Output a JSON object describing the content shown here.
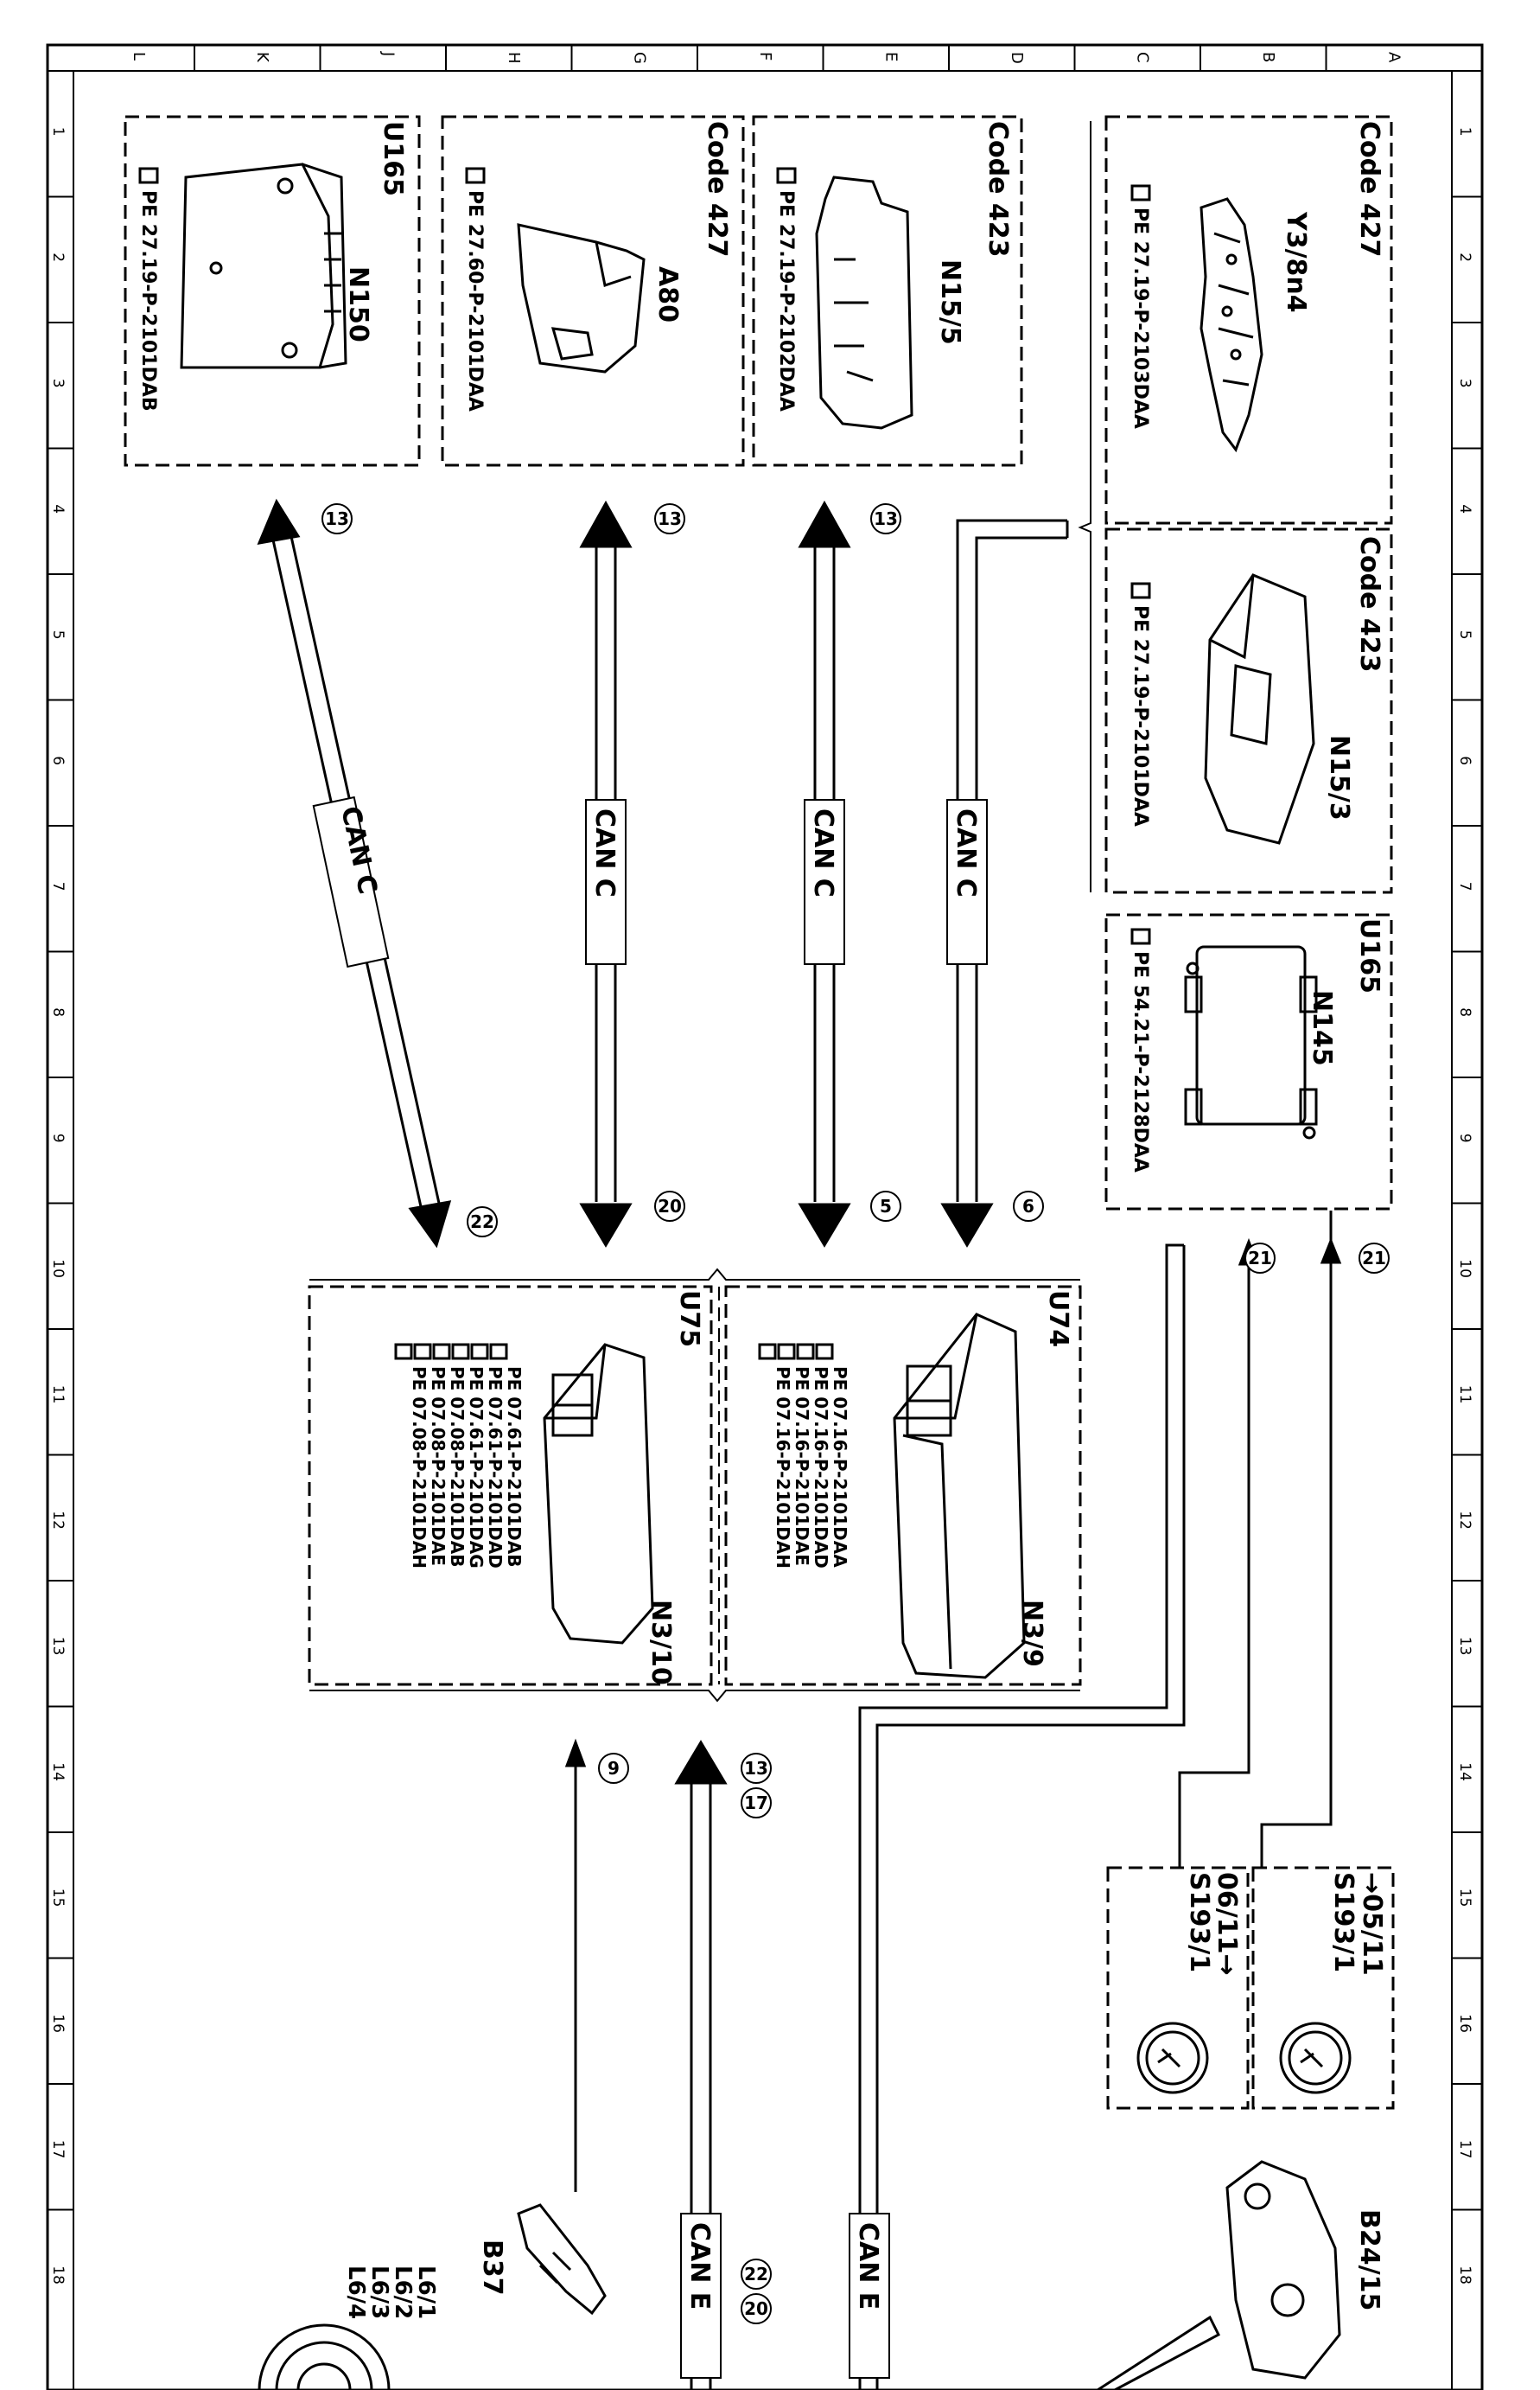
{
  "frame": {
    "letters": [
      "A",
      "B",
      "C",
      "D",
      "E",
      "F",
      "G",
      "H",
      "J",
      "K",
      "L"
    ],
    "numbers": [
      "1",
      "2",
      "3",
      "4",
      "5",
      "6",
      "7",
      "8",
      "9",
      "10",
      "11",
      "12",
      "13",
      "14",
      "15",
      "16",
      "17",
      "18"
    ]
  },
  "components": {
    "u165_n150": {
      "code": "U165",
      "name": "N150",
      "ref": "PE 27.19-P-2101DAB"
    },
    "code427_a80": {
      "code": "Code 427",
      "name": "A80",
      "ref": "PE 27.60-P-2101DAA"
    },
    "code423_n15_5": {
      "code": "Code 423",
      "name": "N15/5",
      "ref": "PE 27.19-P-2102DAA"
    },
    "code427_y3_8n4": {
      "code": "Code 427",
      "name": "Y3/8n4",
      "ref": "PE 27.19-P-2103DAA"
    },
    "code423_n15_3": {
      "code": "Code 423",
      "name": "N15/3",
      "ref": "PE 27.19-P-2101DAA"
    },
    "u165_n145": {
      "code": "U165",
      "name": "N145",
      "ref": "PE 54.21-P-2128DAA"
    },
    "u74_n3_9": {
      "code": "U74",
      "name": "N3/9",
      "refs": [
        "PE 07.16-P-2101DAA",
        "PE 07.16-P-2101DAD",
        "PE 07.16-P-2101DAE",
        "PE 07.16-P-2101DAH"
      ]
    },
    "u75_n3_10": {
      "code": "U75",
      "name": "N3/10",
      "refs": [
        "PE 07.61-P-2101DAB",
        "PE 07.61-P-2101DAD",
        "PE 07.61-P-2101DAG",
        "PE 07.08-P-2101DAB",
        "PE 07.08-P-2101DAE",
        "PE 07.08-P-2101DAH"
      ]
    },
    "s193_1_early": {
      "date": "→05/11",
      "name": "S193/1"
    },
    "s193_1_late": {
      "date": "06/11→",
      "name": "S193/1"
    },
    "b24_15": {
      "name": "B24/15"
    },
    "b37": {
      "name": "B37"
    },
    "l6": {
      "names": [
        "L6/1",
        "L6/2",
        "L6/3",
        "L6/4"
      ]
    }
  },
  "bus_labels": {
    "can_c": "CAN C",
    "can_e": "CAN E"
  },
  "markers": {
    "m13": "13",
    "m22": "22",
    "m20": "20",
    "m5": "5",
    "m6": "6",
    "m21": "21",
    "m9": "9",
    "m17": "17"
  },
  "colors": {
    "line": "#000000",
    "background": "#ffffff"
  },
  "icons": {
    "reference": "pointing-hand-icon"
  }
}
